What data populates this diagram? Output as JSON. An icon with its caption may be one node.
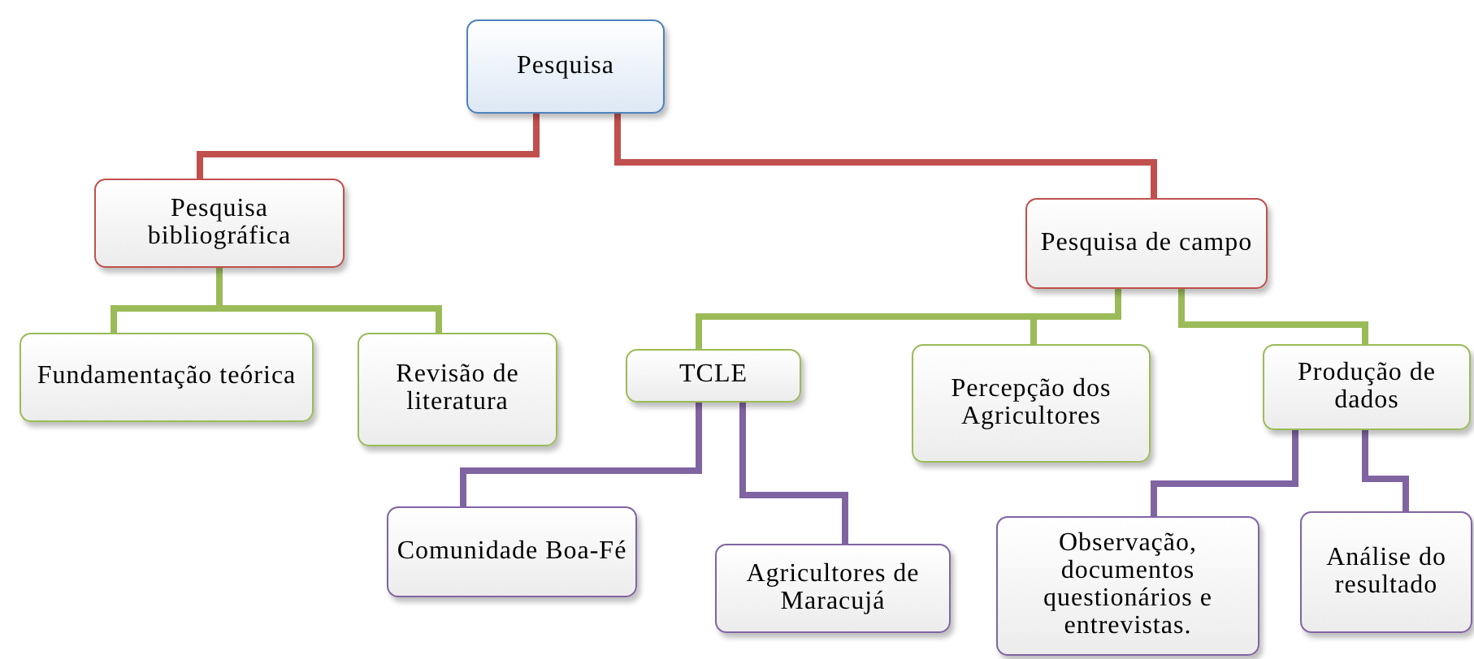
{
  "diagram": {
    "nodes": [
      {
        "text": [
          "Pesquisa"
        ]
      },
      {
        "text": [
          "Pesquisa bibliográfica"
        ]
      },
      {
        "text": [
          "Pesquisa de campo"
        ]
      },
      {
        "text": [
          "Fundamentação teórica"
        ]
      },
      {
        "text": [
          "Revisão de literatura"
        ]
      },
      {
        "text": [
          "TCLE"
        ]
      },
      {
        "text": [
          "Percepção dos Agricultores"
        ]
      },
      {
        "text": [
          "Produção de dados"
        ]
      },
      {
        "text": [
          "Comunidade Boa-Fé"
        ]
      },
      {
        "text": [
          "Agricultores de Maracujá"
        ]
      },
      {
        "text": [
          "Observação, documentos questionários e entrevistas."
        ]
      },
      {
        "text": [
          "Análise do resultado"
        ]
      }
    ],
    "edges": [
      {
        "from": 0,
        "to": 1,
        "arrow": "none",
        "color": "#c0504d"
      },
      {
        "from": 0,
        "to": 2,
        "arrow": "none",
        "color": "#c0504d"
      },
      {
        "from": 1,
        "to": 3,
        "arrow": "none",
        "color": "#9bbb59"
      },
      {
        "from": 1,
        "to": 4,
        "arrow": "none",
        "color": "#9bbb59"
      },
      {
        "from": 2,
        "to": 5,
        "arrow": "none",
        "color": "#9bbb59"
      },
      {
        "from": 2,
        "to": 6,
        "arrow": "none",
        "color": "#9bbb59"
      },
      {
        "from": 2,
        "to": 7,
        "arrow": "none",
        "color": "#9bbb59"
      },
      {
        "from": 5,
        "to": 8,
        "arrow": "none",
        "color": "#8064a2"
      },
      {
        "from": 5,
        "to": 9,
        "arrow": "none",
        "color": "#8064a2"
      },
      {
        "from": 7,
        "to": 10,
        "arrow": "none",
        "color": "#8064a2"
      },
      {
        "from": 7,
        "to": 11,
        "arrow": "none",
        "color": "#8064a2"
      }
    ]
  }
}
